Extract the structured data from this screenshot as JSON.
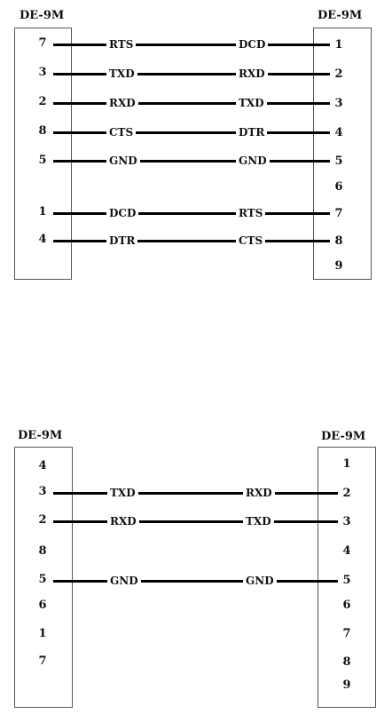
{
  "diagrams": [
    {
      "left_title": "DE-9M",
      "right_title": "DE-9M",
      "left_pins": [
        "7",
        "3",
        "2",
        "8",
        "5",
        "",
        "1",
        "4",
        ""
      ],
      "right_pins": [
        "1",
        "2",
        "3",
        "4",
        "5",
        "6",
        "7",
        "8",
        "9"
      ],
      "connections": [
        {
          "left_pin": "7",
          "right_pin": "1",
          "left_signal": "RTS",
          "right_signal": "DCD"
        },
        {
          "left_pin": "3",
          "right_pin": "2",
          "left_signal": "TXD",
          "right_signal": "RXD"
        },
        {
          "left_pin": "2",
          "right_pin": "3",
          "left_signal": "RXD",
          "right_signal": "TXD"
        },
        {
          "left_pin": "8",
          "right_pin": "4",
          "left_signal": "CTS",
          "right_signal": "DTR"
        },
        {
          "left_pin": "5",
          "right_pin": "5",
          "left_signal": "GND",
          "right_signal": "GND"
        },
        null,
        {
          "left_pin": "1",
          "right_pin": "7",
          "left_signal": "DCD",
          "right_signal": "RTS"
        },
        {
          "left_pin": "4",
          "right_pin": "8",
          "left_signal": "DTR",
          "right_signal": "CTS"
        },
        null
      ]
    },
    {
      "left_title": "DE-9M",
      "right_title": "DE-9M",
      "left_pins": [
        "4",
        "3",
        "2",
        "8",
        "5",
        "6",
        "1",
        "7",
        ""
      ],
      "right_pins": [
        "1",
        "2",
        "3",
        "4",
        "5",
        "6",
        "7",
        "8",
        "9"
      ],
      "connections": [
        null,
        {
          "left_pin": "3",
          "right_pin": "2",
          "left_signal": "TXD",
          "right_signal": "RXD"
        },
        {
          "left_pin": "2",
          "right_pin": "3",
          "left_signal": "RXD",
          "right_signal": "TXD"
        },
        null,
        {
          "left_pin": "5",
          "right_pin": "5",
          "left_signal": "GND",
          "right_signal": "GND"
        },
        null,
        null,
        null,
        null
      ]
    }
  ]
}
